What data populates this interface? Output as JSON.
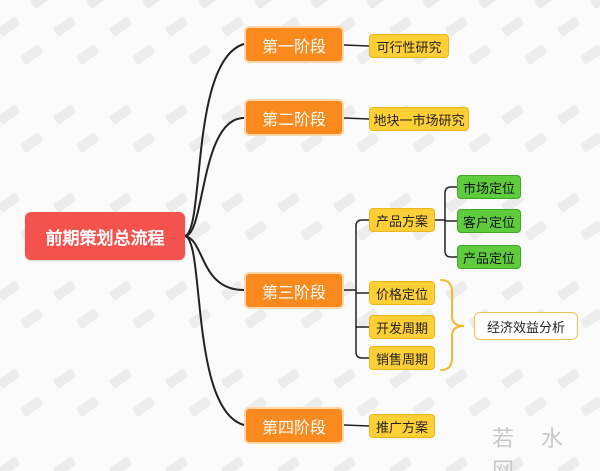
{
  "root": {
    "label": "前期策划总流程"
  },
  "stages": [
    {
      "label": "第一阶段",
      "items": [
        "可行性研究"
      ]
    },
    {
      "label": "第二阶段",
      "items": [
        "地块一市场研究"
      ]
    },
    {
      "label": "第三阶段",
      "items": [
        "产品方案",
        "价格定位",
        "开发周期",
        "销售周期"
      ]
    },
    {
      "label": "第四阶段",
      "items": [
        "推广方案"
      ]
    }
  ],
  "product_plan_children": [
    "市场定位",
    "客户定位",
    "产品定位"
  ],
  "bracket_note": "经济效益分析",
  "watermark": "若 水 网",
  "colors": {
    "root": "#f4524d",
    "stage": "#fb8a1e",
    "leaf": "#ffd036",
    "green": "#5fcc3e",
    "connector": "#222222",
    "bracket": "#f5b731"
  }
}
